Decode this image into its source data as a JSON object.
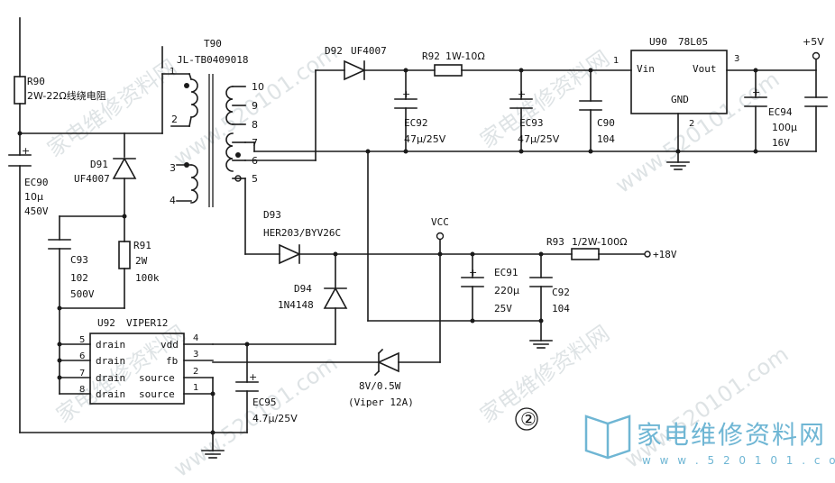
{
  "components": {
    "r90": {
      "ref": "R90",
      "value": "2W-22Ω线绕电阻"
    },
    "ec90": {
      "ref": "EC90",
      "value1": "10μ",
      "value2": "450V"
    },
    "t90": {
      "ref": "T90",
      "part": "JL-TB0409018",
      "pins": [
        "1",
        "2",
        "3",
        "4",
        "10",
        "9",
        "8",
        "7",
        "6",
        "5"
      ]
    },
    "d91": {
      "ref": "D91",
      "part": "UF4007"
    },
    "c93": {
      "ref": "C93",
      "value1": "102",
      "value2": "500V"
    },
    "r91": {
      "ref": "R91",
      "value1": "2W",
      "value2": "100k"
    },
    "d92": {
      "ref": "D92",
      "part": "UF4007"
    },
    "r92": {
      "ref": "R92",
      "value": "1W-10Ω"
    },
    "ec92": {
      "ref": "EC92",
      "value": "47μ/25V"
    },
    "ec93": {
      "ref": "EC93",
      "value": "47μ/25V"
    },
    "c90": {
      "ref": "C90",
      "value": "104"
    },
    "u90": {
      "ref": "U90",
      "part": "78L05",
      "vin": "Vin",
      "vout": "Vout",
      "gnd": "GND",
      "pin1": "1",
      "pin2": "2",
      "pin3": "3"
    },
    "ec94": {
      "ref": "EC94",
      "value1": "100μ",
      "value2": "16V"
    },
    "out5v": {
      "label": "+5V"
    },
    "d93": {
      "ref": "D93",
      "part": "HER203/BYV26C"
    },
    "vcc": {
      "label": "VCC"
    },
    "r93": {
      "ref": "R93",
      "value": "1/2W-100Ω"
    },
    "out18v": {
      "label": "+18V"
    },
    "ec91": {
      "ref": "EC91",
      "value1": "220μ",
      "value2": "25V"
    },
    "c92": {
      "ref": "C92",
      "value": "104"
    },
    "d94": {
      "ref": "D94",
      "part": "1N4148"
    },
    "u92": {
      "ref": "U92",
      "part": "VIPER12",
      "rows": [
        {
          "pin_left": "5",
          "label": "drain",
          "label2": "vdd",
          "pin_right": "4"
        },
        {
          "pin_left": "6",
          "label": "drain",
          "label2": "fb",
          "pin_right": "3"
        },
        {
          "pin_left": "7",
          "label": "drain",
          "label2": "source",
          "pin_right": "2"
        },
        {
          "pin_left": "8",
          "label": "drain",
          "label2": "source",
          "pin_right": "1"
        }
      ]
    },
    "ec95": {
      "ref": "EC95",
      "value": "4.7μ/25V"
    },
    "zener": {
      "value": "8V/0.5W",
      "note": "(Viper 12A)"
    }
  },
  "figure_number": "②",
  "watermark": {
    "site_name": "家电维修资料网",
    "url": "www.520101.com",
    "brand_url": "w w w . 5 2 0 1 0 1 . c o m"
  },
  "colors": {
    "ink": "#1a1a1a",
    "watermark": "#6fb6d4"
  }
}
